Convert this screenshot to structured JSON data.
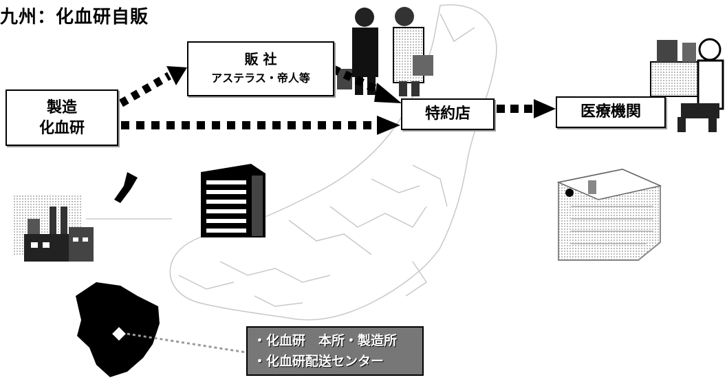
{
  "title": "九州：化血研自販",
  "nodes": {
    "maker": {
      "line1": "製造",
      "line2": "化血研"
    },
    "sales": {
      "line1": "販 社",
      "line2": "アステラス・帝人等"
    },
    "agent": {
      "label": "特約店"
    },
    "medical": {
      "label": "医療機関"
    }
  },
  "kyushu_label": {
    "line1": "・化血研　本所・製造所",
    "line2": "・化血研配送センター"
  }
}
